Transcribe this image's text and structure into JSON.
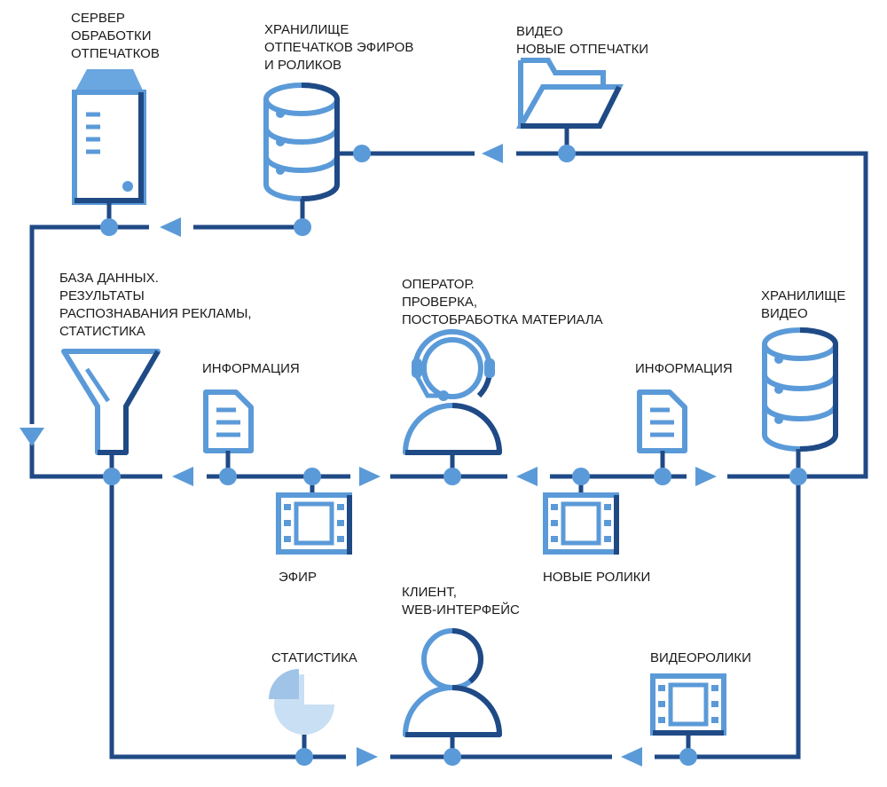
{
  "labels": {
    "server": [
      "СЕРВЕР",
      "ОБРАБОТКИ",
      "ОТПЕЧАТКОВ"
    ],
    "fp_storage": [
      "ХРАНИЛИЩЕ",
      "ОТПЕЧАТКОВ ЭФИРОВ",
      "И РОЛИКОВ"
    ],
    "video_new": [
      "ВИДЕО",
      "НОВЫЕ ОТПЕЧАТКИ"
    ],
    "database": [
      "БАЗА ДАННЫХ.",
      "РЕЗУЛЬТАТЫ",
      "РАСПОЗНАВАНИЯ РЕКЛАМЫ,",
      "СТАТИСТИКА"
    ],
    "info_left": "ИНФОРМАЦИЯ",
    "operator": [
      "ОПЕРАТОР.",
      "ПРОВЕРКА,",
      "ПОСТОБРАБОТКА МАТЕРИАЛА"
    ],
    "info_right": "ИНФОРМАЦИЯ",
    "video_storage": [
      "ХРАНИЛИЩЕ",
      "ВИДЕО"
    ],
    "air": "ЭФИР",
    "new_clips": "НОВЫЕ РОЛИКИ",
    "client": [
      "КЛИЕНТ,",
      "WEB-ИНТЕРФЕЙС"
    ],
    "statistics": "СТАТИСТИКА",
    "videoclips": "ВИДЕОРОЛИКИ"
  },
  "icons": {
    "server": "server-tower-icon",
    "fp_storage": "database-icon",
    "video_new": "folder-open-icon",
    "database": "funnel-icon",
    "info_left": "document-icon",
    "operator": "headset-operator-icon",
    "info_right": "document-icon",
    "video_storage": "database-icon",
    "air": "film-icon",
    "new_clips": "film-icon",
    "client": "user-icon",
    "statistics": "pie-chart-icon",
    "videoclips": "film-icon"
  },
  "colors": {
    "dark": "#1f4a85",
    "mid": "#4f8fd6",
    "light": "#6aa6e0",
    "pale": "#c9e0f4",
    "pale_mid": "#9fc4e8"
  }
}
